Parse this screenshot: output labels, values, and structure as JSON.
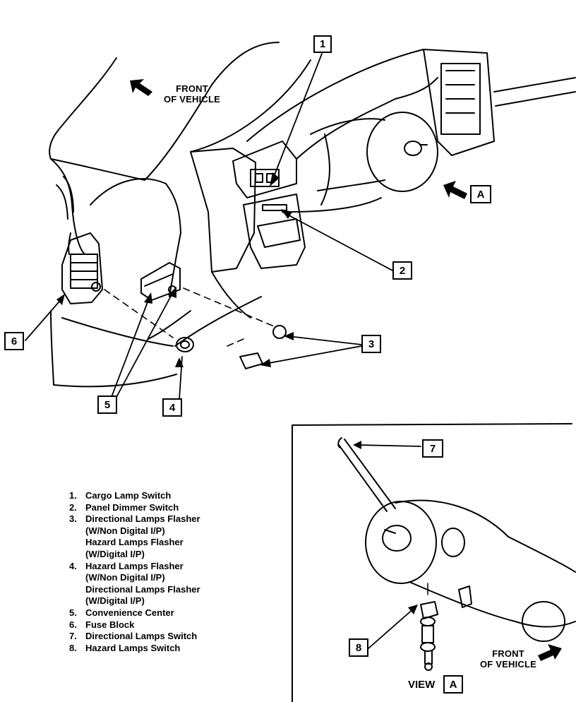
{
  "figure": {
    "front_top": [
      "FRONT",
      "OF VEHICLE"
    ],
    "front_bottom": [
      "FRONT",
      "OF VEHICLE"
    ],
    "view_label": "VIEW",
    "view_letter": "A",
    "callout_A": "A",
    "callouts": {
      "c1": "1",
      "c2": "2",
      "c3": "3",
      "c4": "4",
      "c5": "5",
      "c6": "6",
      "c7": "7",
      "c8": "8"
    }
  },
  "legend": {
    "items": [
      {
        "num": "1.",
        "lines": [
          "Cargo Lamp Switch"
        ]
      },
      {
        "num": "2.",
        "lines": [
          "Panel Dimmer Switch"
        ]
      },
      {
        "num": "3.",
        "lines": [
          "Directional Lamps Flasher",
          "(W/Non Digital I/P)",
          "Hazard Lamps Flasher",
          "(W/Digital I/P)"
        ]
      },
      {
        "num": "4.",
        "lines": [
          "Hazard Lamps Flasher",
          "(W/Non Digital I/P)",
          "Directional Lamps Flasher",
          "(W/Digital I/P)"
        ]
      },
      {
        "num": "5.",
        "lines": [
          "Convenience Center"
        ]
      },
      {
        "num": "6.",
        "lines": [
          "Fuse Block"
        ]
      },
      {
        "num": "7.",
        "lines": [
          "Directional Lamps Switch"
        ]
      },
      {
        "num": "8.",
        "lines": [
          "Hazard Lamps Switch"
        ]
      }
    ]
  }
}
